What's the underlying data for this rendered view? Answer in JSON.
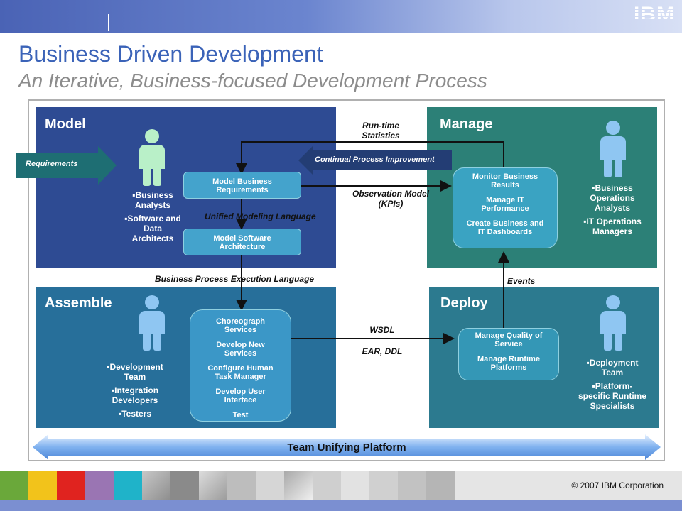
{
  "header": {
    "logo": "IBM",
    "title": "Business Driven Development",
    "subtitle": "An Iterative, Business-focused Development Process"
  },
  "quadrants": {
    "model": {
      "title": "Model",
      "roles": [
        "▪Business Analysts",
        "▪Software and Data Architects"
      ],
      "steps": [
        "Model Business Requirements",
        "Model Software Architecture"
      ]
    },
    "manage": {
      "title": "Manage",
      "roles": [
        "▪Business Operations Analysts",
        "▪IT Operations Managers"
      ],
      "steps": [
        "Monitor Business Results",
        "Manage IT Performance",
        "Create Business and IT Dashboards"
      ]
    },
    "assemble": {
      "title": "Assemble",
      "roles": [
        "▪Development Team",
        "▪Integration Developers",
        "▪Testers"
      ],
      "steps": [
        "Choreograph Services",
        "Develop New Services",
        "Configure Human Task Manager",
        "Develop User Interface",
        "Test"
      ]
    },
    "deploy": {
      "title": "Deploy",
      "roles": [
        "▪Deployment Team",
        "▪Platform-specific Runtime Specialists"
      ],
      "steps": [
        "Manage Quality of Service",
        "Manage Runtime Platforms"
      ]
    }
  },
  "flows": {
    "requirements": "Requirements",
    "continual_improvement": "Continual Process Improvement",
    "runtime_statistics": "Run-time Statistics",
    "observation_model": "Observation Model (KPIs)",
    "uml": "Unified  Modeling Language",
    "bpel": "Business Process  Execution Language",
    "wsdl": "WSDL",
    "ear_ddl": "EAR, DDL",
    "events": "Events"
  },
  "platform": "Team Unifying Platform",
  "footer": {
    "copyright": "© 2007 IBM Corporation",
    "tile_colors": [
      "#6aa83a",
      "#f2c31b",
      "#e0231f",
      "#9a75b3",
      "#1fb3c9"
    ]
  },
  "colors": {
    "title": "#3b63b8",
    "model_bg": "#2e4b93",
    "manage_bg": "#2c8077",
    "assemble_bg": "#276f9a",
    "deploy_bg": "#2c7a8f",
    "person_light": "#b9f0c8",
    "person_blue": "#8fc6f2"
  }
}
